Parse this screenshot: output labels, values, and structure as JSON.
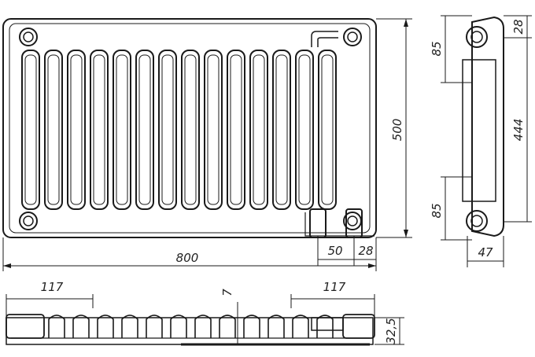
{
  "front_view": {
    "width_label": "800",
    "height_label": "500",
    "offset_label_a": "50",
    "offset_label_b": "28"
  },
  "side_view": {
    "top_offset_label": "28",
    "upper_port_label": "85",
    "center_distance_label": "444",
    "lower_port_label": "85",
    "depth_label": "47"
  },
  "top_view": {
    "left_bracket_label": "117",
    "right_bracket_label": "117",
    "gap_label": "7",
    "thickness_label": "32,5"
  }
}
